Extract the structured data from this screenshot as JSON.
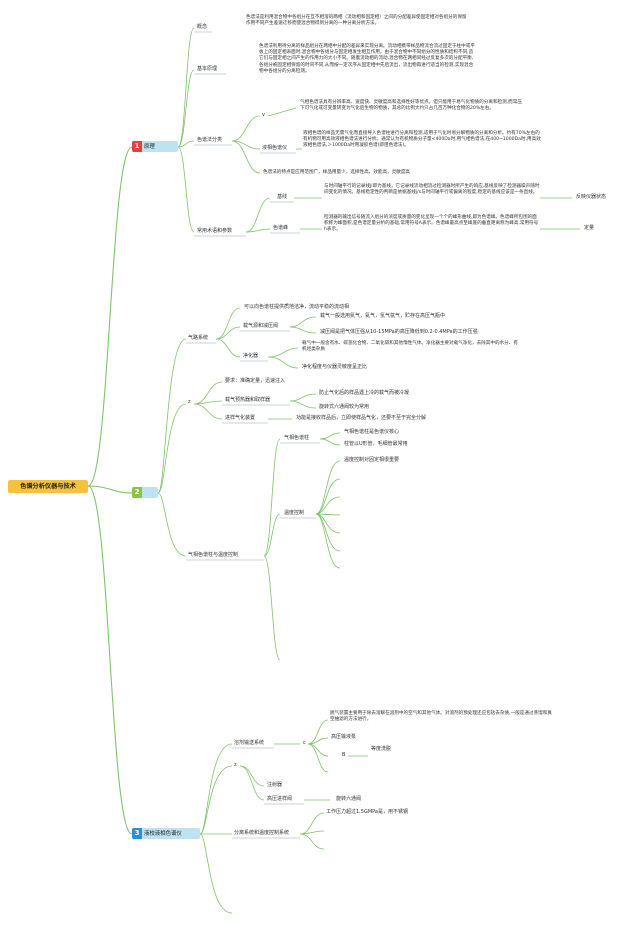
{
  "root": "色谱分析仪器与技术",
  "branches": {
    "b1": {
      "num": "1",
      "label": "原理",
      "num_color": "#e0433f"
    },
    "b2": {
      "num": "2",
      "label": "",
      "num_color": "#8ac34a"
    },
    "b3": {
      "num": "3",
      "label": "液校液相色谱仪",
      "num_color": "#2d8fd5"
    }
  },
  "principle": {
    "concept_label": "概念",
    "concept_text": "色谱法是利用混合物中各组分在互不相溶的两相（流动相和固定相）之间的分配差异使固定相对各组分的保留作用不同产生差速迁移而使混合物得到分离的一种分离分析方法。",
    "basic_label": "基本原理",
    "basic_text": "色谱法利用待分离的样品组分在两相中分配的差异来实现分离。流动相携带样品物流合流过固定于柱中或平板上的固定相表面时,混合物中各组分与固定相发生相互作用。由于混合物中不同组分的性质和结构不同,造它们与固定相之间产生的作用力的大小不同。随着流动相的流动,混合物在两相间经过反复多次的分配平衡,各组分被固定相保留的时间不同,从而按一定次序从固定相中先后流出，流出物再进行适当的检测,实现混合物中各组分的分离检测。",
    "method_label": "色谱法分类",
    "v_label": "v",
    "gc_text": "气相色谱法具有分辨率高、速度快、灵敏度高和选择性好等优点。但只能用于易气化物质的分离和检测,而常压下可气化或可变量转变为气化后生物的物质，其总的比例大约只占几百万种化合物的20%左右。",
    "lc_label": "液相色谱仪",
    "lc_text": "液相色谱的样品无需气化而直接导入色谱柱进行分离和检测,适用于气化时易分解物质的分离和分析。约有70%左右的有机物可用高效液相色谱法进行分析。通常认为有机物质分子量<400Da时,用气相色谱法,在400~1000Da时,用高效液相色谱法,＞1000Da时用凝胶色谱(即阻色谱法)。",
    "feature_text": "色谱法的特点是应用范围广，样品用量少，选择性高，效能高，灵敏度高",
    "terms_label": "常用术语和参数",
    "baseline_label": "基线",
    "baseline_text": "与时间轴平行的记录线Ji即为基线，它记录线流动相流过检测器时所产生的响应,基线反映了检测器噪声随时间变化的情况。基线稳定性的判断是依据基线j/s与时间轴平行或偏离的程度,稳定的基线应该是一条直线。",
    "baseline_end": "反映仪器状态",
    "peak_label": "色谱峰",
    "peak_text": "检测器的输出信号随流入组分的浓度或质量的变化呈现一个个的峰形曲线,即为色谱峰。色谱峰所包围的面积称为峰面积,是色谱定量分析的基础,常用符号A表示。色谱峰最高点至峰底的垂直距离称为峰高,常用符号h表示。",
    "peak_end": "定量"
  },
  "instrument": {
    "gas_label": "气路系统",
    "gas_intro": "可以向色谱柱提供质地洁净，流动平稳的流动相",
    "source_label": "载气源和减压阀",
    "source_1": "载气一般选用氮气，氦气，氢气氩气，贮存在高压气瓶中",
    "source_2": "减压阀是把气体压强从10-15MPa的高压降低到0.2-0.4MPa的工作压强",
    "purifier_label": "净化器",
    "purifier_1": "载气中一般含有水、碳氢化合物、二氧化碳和其他惰性气体。净化器主要对载气净化，去除其中的水分、有机烃类杂质",
    "purifier_2": "净化程度与仪器灵敏度呈正比",
    "z_label": "z",
    "req": "要求：准确定量，迅速注入",
    "inject_label": "载气预热器和取样器",
    "inject_1": "防止气化后的样品遇上冷的载气而被冷凝",
    "inject_2": "旋转式六通阀较为常用",
    "vap_label": "进样气化装置",
    "vap_text": "功能是接收样品后，立即使样品气化，还要不至于完全分解",
    "column_label": "气相色谱柱与温度控制",
    "gc_col_label": "气相色谱柱",
    "gc_col_1": "气相色谱柱是色谱仪核心",
    "gc_col_2": "柱管以U形管，毛细管最常用",
    "temp_head": "温度控制对固定相很重要",
    "temp_label": "温度控制"
  },
  "liquid": {
    "solvent_label": "溶剂输送系统",
    "c_label": "c",
    "degas": "脱气装置主要用于除去溶解在溶剂中的空气和其他气体。对溶剂的预处理还应包括去杂质,一般是通过蒸馏和真空抽滤的方法进行。",
    "pump": "高压输液泵",
    "b_label": "B",
    "gradient": "等度洗脱",
    "z_label": "z",
    "injector": "注射器",
    "hp_valve_label": "高压进样阀",
    "hp_valve_text": "旋转六通阀",
    "sep_label": "分离系统和温度控制系统",
    "pressure": "工作压力超过1.5GMPa是，用不锈钢"
  }
}
